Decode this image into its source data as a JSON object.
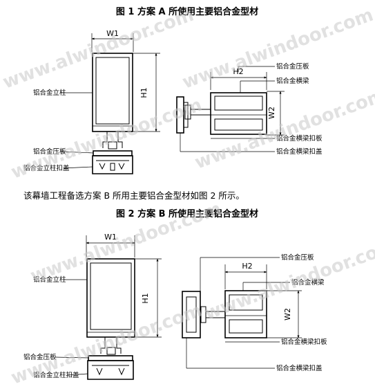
{
  "figure1": {
    "title": "图 1 方案 A 所使用主要铝合金型材",
    "left": {
      "dim_w": "W1",
      "dim_h": "H1",
      "labels": {
        "mullion": "铝合金立柱",
        "pressure_plate": "铝合金压板",
        "mullion_cover": "铝合金立柱扣盖"
      }
    },
    "right": {
      "dim_h2": "H2",
      "dim_w2": "W2",
      "labels": {
        "pressure_plate": "铝合金压板",
        "transom": "铝合金横梁",
        "transom_clip": "铝合金横梁扣板",
        "transom_cover": "铝合金横梁扣盖"
      }
    }
  },
  "caption": "该幕墙工程备选方案 B 所用主要铝合金型材如图 2 所示。",
  "figure2": {
    "title": "图 2 方案 B 所使用主要铝合金型材",
    "left": {
      "dim_w": "W1",
      "dim_h": "H1",
      "labels": {
        "mullion": "铝合金立柱",
        "pressure_plate": "铝合金压板",
        "mullion_cover": "铝合金立柱扣盖"
      }
    },
    "right": {
      "dim_h2": "H2",
      "dim_w2": "W2",
      "labels": {
        "pressure_plate": "铝合金压板",
        "transom": "铝合金横梁",
        "transom_clip": "铝合金横梁扣板",
        "transom_cover": "铝合金横梁扣盖"
      }
    }
  },
  "watermark": "www.alwindoor.com"
}
